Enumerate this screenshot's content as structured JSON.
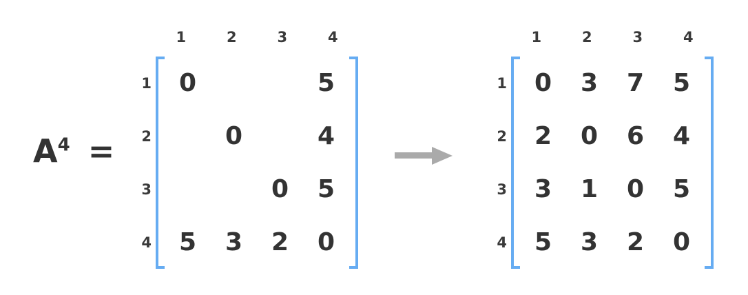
{
  "equation": {
    "base": "A",
    "exponent": "4",
    "equals": "="
  },
  "colors": {
    "bracket": "#66acf2",
    "digit": "#333333",
    "label": "#3a3a3a",
    "arrow": "#aaaaaa",
    "background": "#ffffff"
  },
  "arrow": {
    "name": "right-arrow",
    "direction": "right"
  },
  "matrices": [
    {
      "id": "matrix-1",
      "name": "input-matrix",
      "col_headers": [
        "1",
        "2",
        "3",
        "4"
      ],
      "row_labels": [
        "1",
        "2",
        "3",
        "4"
      ],
      "rows": [
        [
          "0",
          "",
          "",
          "5"
        ],
        [
          "",
          "0",
          "",
          "4"
        ],
        [
          "",
          "",
          "0",
          "5"
        ],
        [
          "5",
          "3",
          "2",
          "0"
        ]
      ]
    },
    {
      "id": "matrix-2",
      "name": "result-matrix",
      "col_headers": [
        "1",
        "2",
        "3",
        "4"
      ],
      "row_labels": [
        "1",
        "2",
        "3",
        "4"
      ],
      "rows": [
        [
          "0",
          "3",
          "7",
          "5"
        ],
        [
          "2",
          "0",
          "6",
          "4"
        ],
        [
          "3",
          "1",
          "0",
          "5"
        ],
        [
          "5",
          "3",
          "2",
          "0"
        ]
      ]
    }
  ]
}
